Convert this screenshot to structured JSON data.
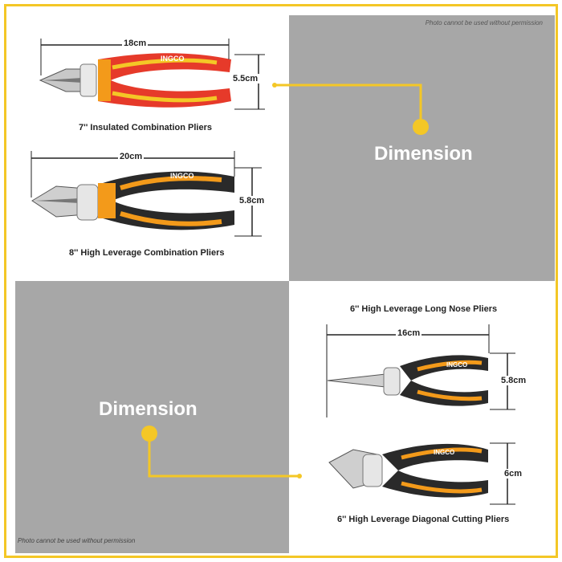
{
  "watermark": "Photo cannot be used without permission",
  "section_title": "Dimension",
  "brand": "INGCO",
  "colors": {
    "frame": "#f4c726",
    "gray": "#a7a7a7",
    "accent": "#f4c726",
    "red": "#e63a2a",
    "orange": "#f39a1a",
    "dark": "#2a2a2a"
  },
  "tools": [
    {
      "name": "7'' Insulated Combination Pliers",
      "length": "18cm",
      "width": "5.5cm"
    },
    {
      "name": "8'' High Leverage Combination Pliers",
      "length": "20cm",
      "width": "5.8cm"
    },
    {
      "name": "6'' High Leverage Long Nose Pliers",
      "length": "16cm",
      "width": "5.8cm"
    },
    {
      "name": "6'' High Leverage Diagonal Cutting Pliers",
      "width": "6cm"
    }
  ]
}
